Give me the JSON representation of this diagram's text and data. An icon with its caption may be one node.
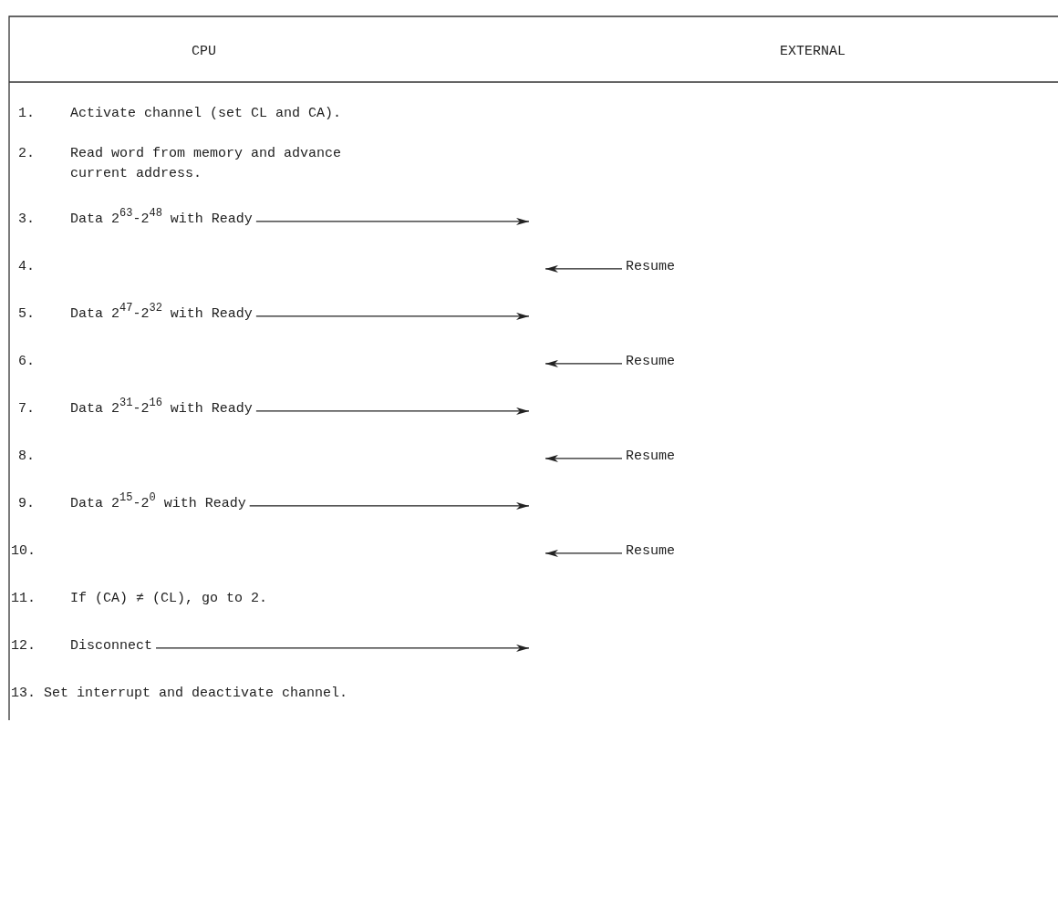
{
  "diagram": {
    "nodes": [
      {
        "text": [
          "Data 2$^{63}$-2$^{48}$ with Ready"
        ]
      },
      {
        "text": [
          "Resume"
        ]
      },
      {
        "text": [
          "Data 2$^{47}$-2$^{32}$ with Ready"
        ]
      },
      {
        "text": [
          "Resume"
        ]
      },
      {
        "text": [
          "Data 2$^{31}$-2$^{16}$ with Ready"
        ]
      },
      {
        "text": [
          "Resume"
        ]
      },
      {
        "text": [
          "Data 2$^{15}$-2$^{0}$ with Ready"
        ]
      },
      {
        "text": [
          "Resume"
        ]
      },
      {
        "text": [
          "Disconnect"
        ]
      }
    ],
    "edges": [
      {
        "from": 0,
        "to": null,
        "arrow": "to"
      },
      {
        "from": 1,
        "to": null,
        "arrow": "to"
      },
      {
        "from": 2,
        "to": null,
        "arrow": "to"
      },
      {
        "from": 3,
        "to": null,
        "arrow": "to"
      },
      {
        "from": 4,
        "to": null,
        "arrow": "to"
      },
      {
        "from": 5,
        "to": null,
        "arrow": "to"
      },
      {
        "from": 6,
        "to": null,
        "arrow": "to"
      },
      {
        "from": 7,
        "to": null,
        "arrow": "to"
      },
      {
        "from": 8,
        "to": null,
        "arrow": "to"
      }
    ],
    "labels": [
      "CPU",
      "EXTERNAL",
      "1.",
      "Activate channel (set CL and CA).",
      "2.",
      "Read word from memory and advance current address.",
      "3.",
      "4.",
      "5.",
      "6.",
      "7.",
      "8.",
      "9.",
      "10.",
      "11.",
      "If (CA) ≠ (CL), go to 2.",
      "12.",
      "13. Set interrupt and deactivate channel."
    ]
  }
}
